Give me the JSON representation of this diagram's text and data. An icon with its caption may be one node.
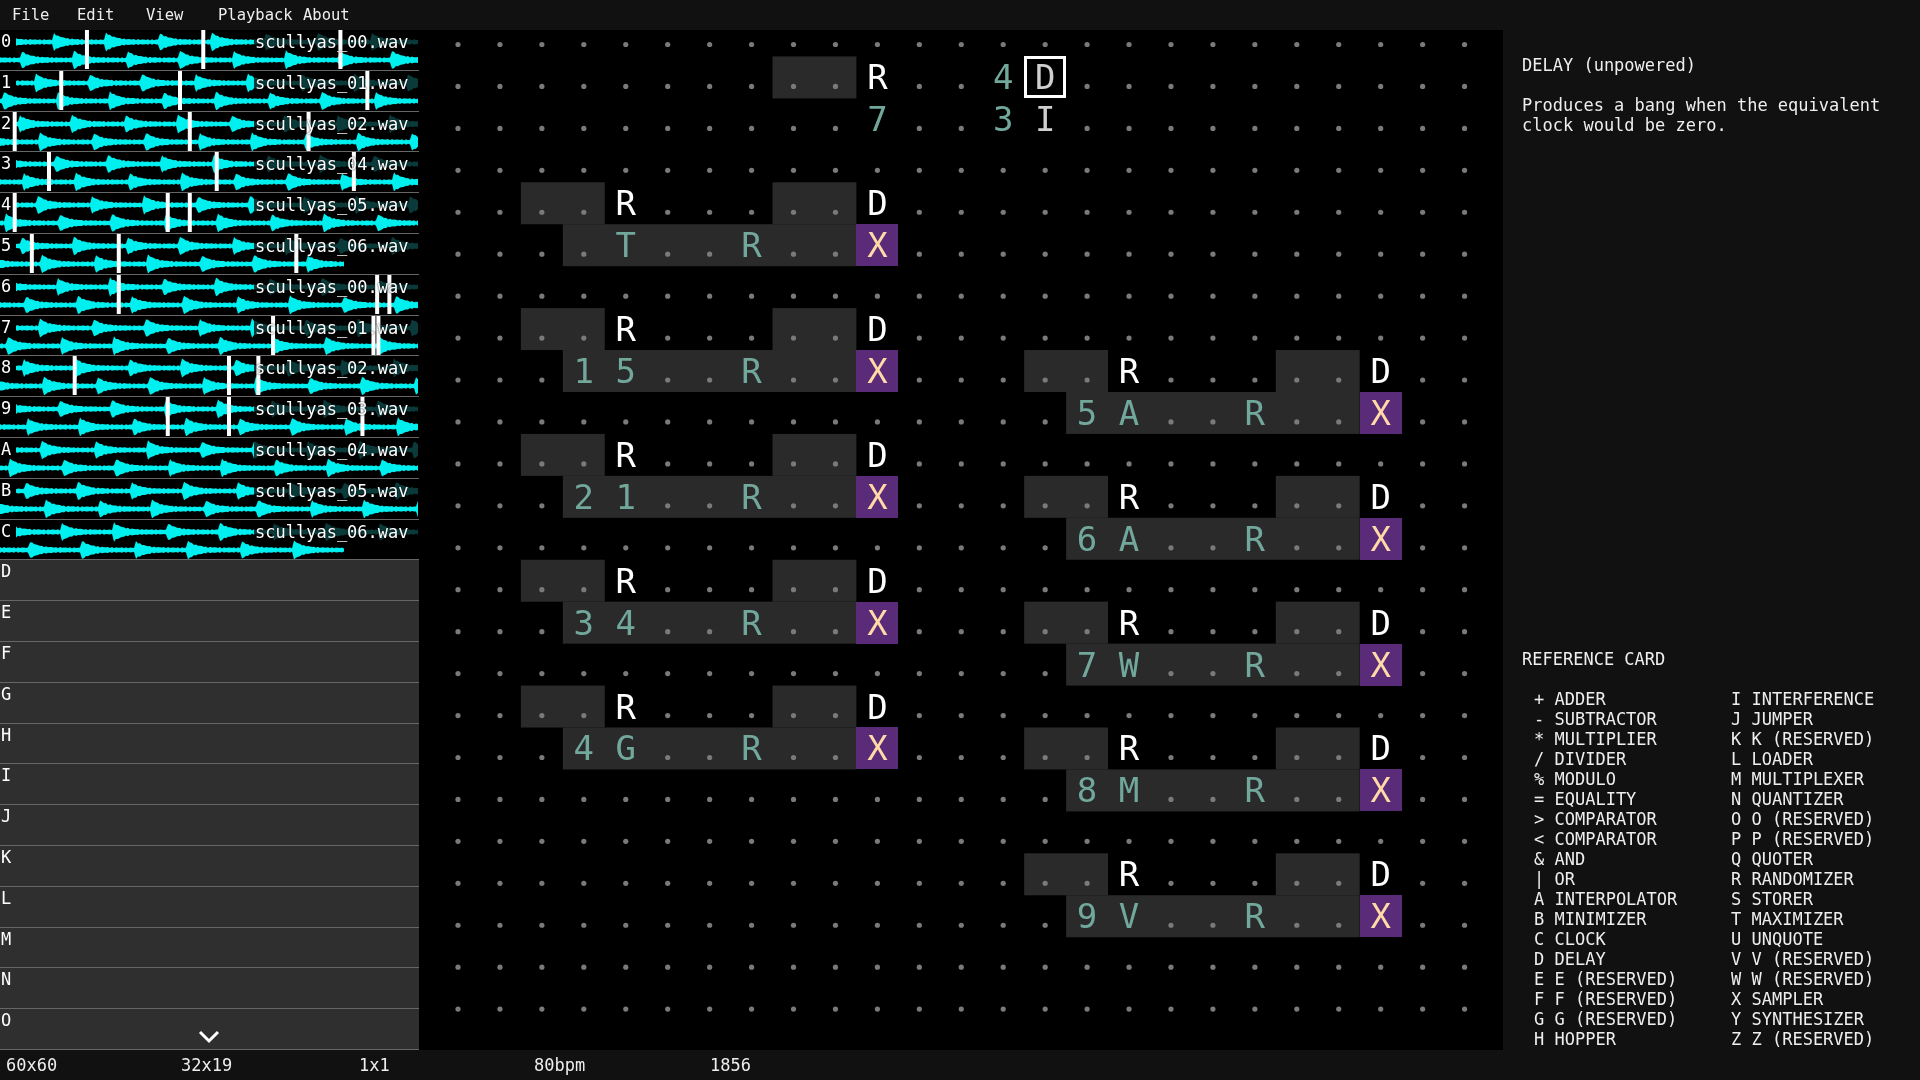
{
  "diagram": {
    "labels": [
      "File",
      "Edit",
      "View",
      "Playback",
      "About",
      "0",
      "scullyas_00.wav",
      "1",
      "scullyas_01.wav",
      "2",
      "scullyas_02.wav",
      "3",
      "scullyas_04.wav",
      "4",
      "scullyas_05.wav",
      "5",
      "scullyas_06.wav",
      "6",
      "scullyas_00.wav",
      "7",
      "scullyas_01.wav",
      "8",
      "scullyas_02.wav",
      "9",
      "scullyas_03.wav",
      "A",
      "scullyas_04.wav",
      "B",
      "scullyas_05.wav",
      "C",
      "scullyas_06.wav",
      "D",
      "E",
      "F",
      "G",
      "H",
      "I",
      "J",
      "K",
      "L",
      "M",
      "N",
      "O",
      "R",
      "4",
      "D",
      "7",
      "3",
      "I",
      "R",
      "D",
      "T",
      "R",
      "X",
      "R",
      "D",
      "1",
      "5",
      "R",
      "X",
      "R",
      "D",
      "5",
      "A",
      "R",
      "X",
      "R",
      "D",
      "2",
      "1",
      "R",
      "X",
      "R",
      "D",
      "6",
      "A",
      "R",
      "X",
      "R",
      "D",
      "3",
      "4",
      "R",
      "X",
      "R",
      "D",
      "7",
      "W",
      "R",
      "X",
      "R",
      "D",
      "4",
      "G",
      "R",
      "X",
      "R",
      "D",
      "8",
      "M",
      "R",
      "X",
      "R",
      "D",
      "9",
      "V",
      "R",
      "X",
      "DELAY (unpowered)",
      "Produces a bang when the equivalent clock would be zero.",
      "REFERENCE CARD",
      "+ ADDER",
      "I INTERFERENCE",
      "- SUBTRACTOR",
      "J JUMPER",
      "* MULTIPLIER",
      "K K (RESERVED)",
      "/ DIVIDER",
      "L LOADER",
      "% MODULO",
      "M MULTIPLEXER",
      "= EQUALITY",
      "N QUANTIZER",
      "> COMPARATOR",
      "O O (RESERVED)",
      "< COMPARATOR",
      "P P (RESERVED)",
      "& AND",
      "Q QUOTER",
      "| OR",
      "R RANDOMIZER",
      "A INTERPOLATOR",
      "S STORER",
      "B MINIMIZER",
      "T MAXIMIZER",
      "C CLOCK",
      "U UNQUOTE",
      "D DELAY",
      "V V (RESERVED)",
      "E E (RESERVED)",
      "W W (RESERVED)",
      "F F (RESERVED)",
      "X SAMPLER",
      "G G (RESERVED)",
      "Y SYNTHESIZER",
      "H HOPPER",
      "Z Z (RESERVED)",
      "60x60",
      "32x19",
      "1x1",
      "80bpm",
      "1856"
    ]
  }
}
